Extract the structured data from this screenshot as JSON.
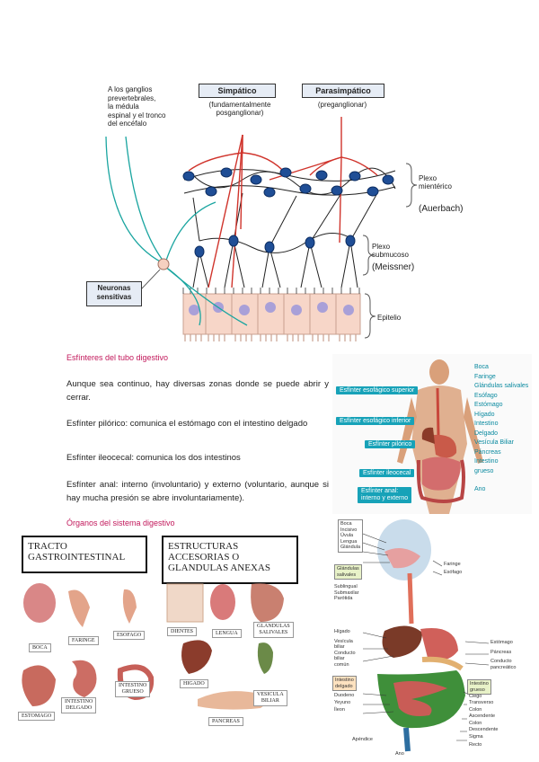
{
  "diagram": {
    "ganglia_text": [
      "A los ganglios",
      "prevertebrales,",
      "la médula",
      "espinal y el tronco",
      "del encéfalo"
    ],
    "sympathetic_label": "Simpático",
    "sympathetic_note": [
      "(fundamentalmente",
      "posganglionar)"
    ],
    "parasympathetic_label": "Parasimpático",
    "parasympathetic_note": "(preganglionar)",
    "plexo_mienterico": [
      "Plexo",
      "mientérico"
    ],
    "auerbach": "(Auerbach)",
    "plexo_submucoso": [
      "Plexo",
      "submucoso"
    ],
    "meissner": "(Meissner)",
    "sensory_neurons": [
      "Neuronas",
      "sensitivas"
    ],
    "epitelio": "Epitelio"
  },
  "sphincters": {
    "heading": "Esfínteres del tubo digestivo",
    "p1": "Aunque sea continuo, hay diversas zonas donde se puede abrir y cerrar.",
    "p2": "Esfínter pilórico: comunica el estómago con el intestino delgado",
    "p3": "Esfínter ileocecal: comunica los dos intestinos",
    "p4": "Esfínter anal: interno (involuntario) y externo (voluntario, aunque si hay mucha presión se abre involuntariamente)."
  },
  "body_figure": {
    "labels_left": [
      "Esfínter esofágico superior",
      "Esfínter esofágico inferior",
      "Esfínter pilórico",
      "Esfínter ileocecal",
      "Esfínter anal:",
      "interno y externo"
    ],
    "labels_right": [
      "Boca",
      "Faringe",
      "Glándulas salivales",
      "Esófago",
      "Estómago",
      "Hígado",
      "Intestino",
      "Delgado",
      "Vesícula Biliar",
      "Páncreas",
      "Intestino",
      "grueso",
      "Ano"
    ]
  },
  "organs": {
    "heading": "Órganos del sistema digestivo",
    "tract_title": [
      "TRACTO",
      "GASTROINTESTINAL"
    ],
    "tract_items": [
      "BOCA",
      "FARINGE",
      "ESOFAGO",
      "ESTOMAGO",
      "INTESTINO",
      "DELGADO",
      "INTESTINO",
      "GRUESO"
    ],
    "accessory_title": [
      "ESTRUCTURAS",
      "ACCESORIAS O",
      "GLANDULAS ANEXAS"
    ],
    "accessory_items": [
      "DIENTES",
      "LENGUA",
      "GLANDULAS",
      "SALIVALES",
      "HIGADO",
      "VESICULA",
      "BILIAR",
      "PANCREAS"
    ]
  },
  "anatomy": {
    "left_top": [
      "Boca",
      "Incisivo",
      "Úvula",
      "Lengua",
      "Glándula"
    ],
    "left_glands": [
      "Glándulas",
      "salivales"
    ],
    "left_glands_list": [
      "Sublingual",
      "Submaxilar",
      "Parótida"
    ],
    "right_top": [
      "Faringe",
      "Esófago"
    ],
    "left_mid": [
      "Hígado",
      "Vesícula",
      "biliar",
      "Conducto",
      "biliar",
      "común"
    ],
    "left_low_title": [
      "Intestino",
      "delgado"
    ],
    "left_low": [
      "Duodeno",
      "Yeyuno",
      "Íleon"
    ],
    "right_mid": [
      "Estómago",
      "Páncreas",
      "Conducto",
      "pancreático"
    ],
    "right_low_title": [
      "Intestino",
      "grueso"
    ],
    "right_low": [
      "Ciego",
      "Transverso",
      "Colon",
      "Ascendente",
      "Colon",
      "Descendente",
      "Sigma",
      "Recto"
    ],
    "appendix": "Apéndice",
    "anus": "Ano"
  }
}
